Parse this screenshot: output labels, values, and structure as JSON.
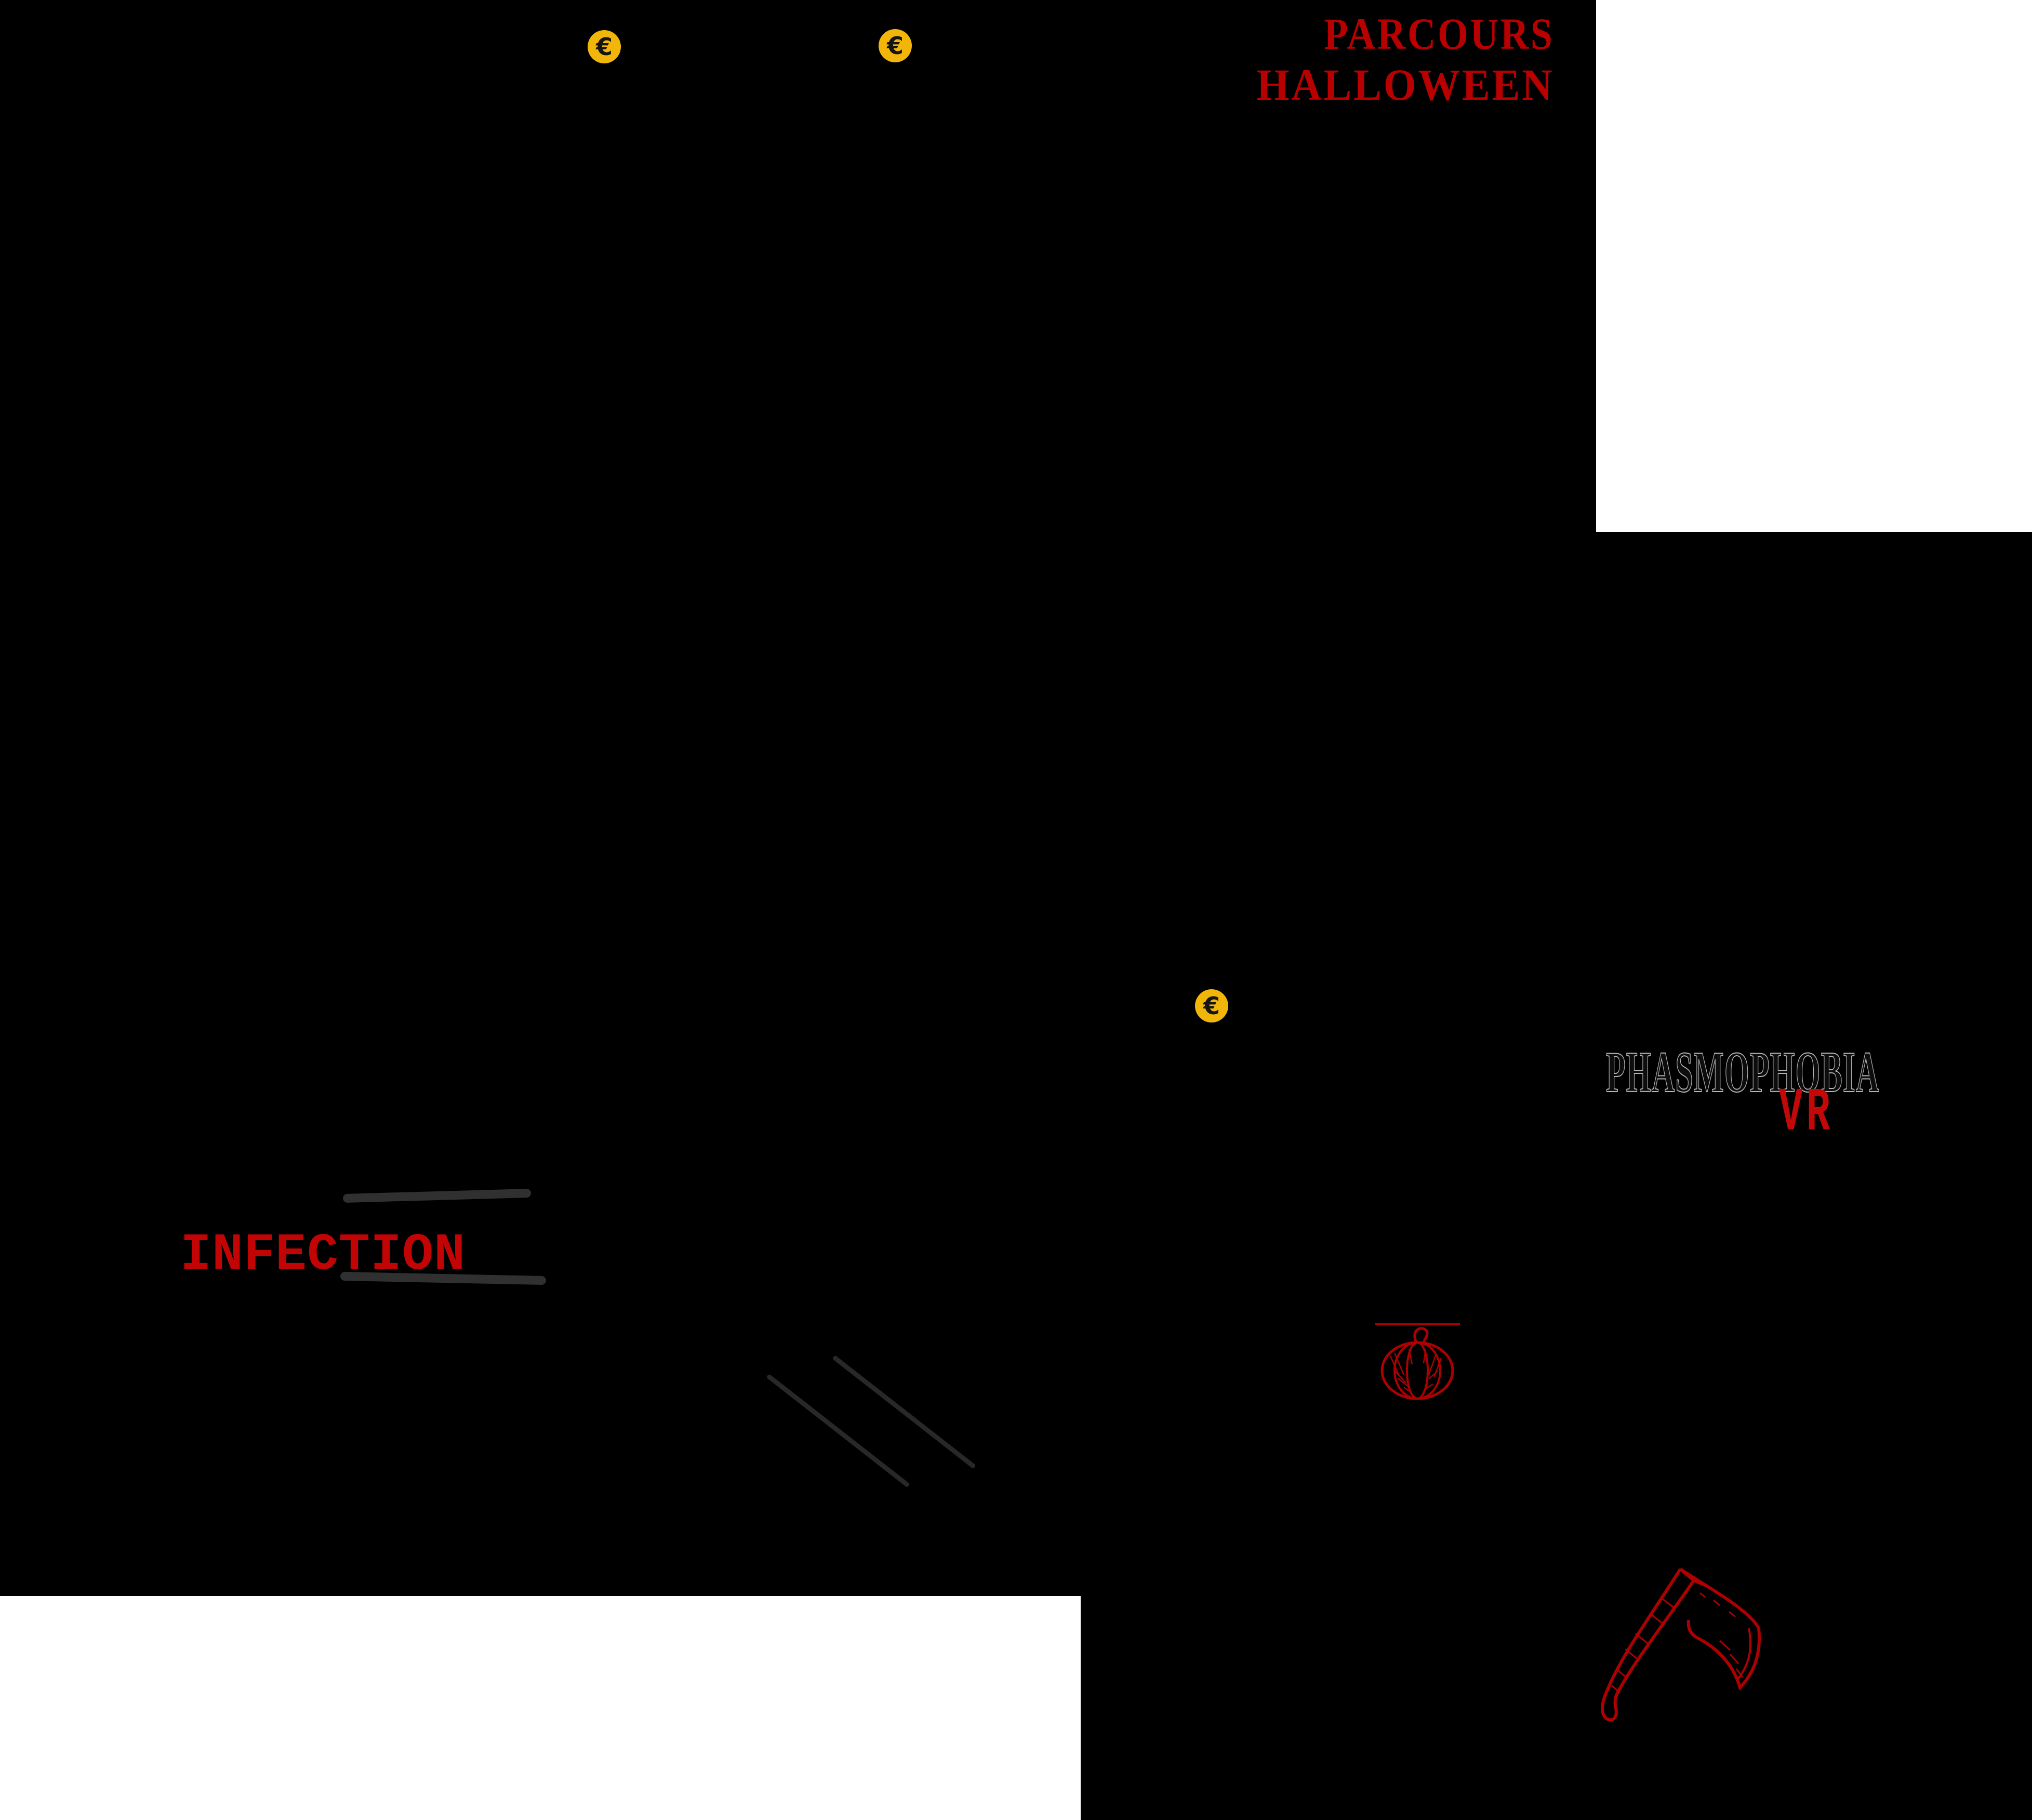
{
  "page": {
    "description": "dark Halloween attractions page",
    "colors": {
      "background": "#000000",
      "title_red": "#b80000",
      "infection_red": "#c20404",
      "vr_red": "#c40808",
      "sketch_icon_red": "#ae0000",
      "coin_gold": "#f2b60a",
      "placeholder_white": "#ffffff",
      "scratch_gray": "#303030",
      "phasmophobia_outline": "#b5b5b5"
    }
  },
  "icons": {
    "euro_coin": {
      "name": "euro-coin-icon",
      "symbol": "€"
    },
    "pumpkin": {
      "name": "pumpkin-icon"
    },
    "axe": {
      "name": "axe-icon"
    },
    "claw_scratches": {
      "name": "claw-scratch-marks"
    },
    "brush_strokes": {
      "name": "brush-stroke-marks"
    }
  },
  "sections": {
    "parcours_halloween": {
      "title_line1": "PARCOURS",
      "title_line2": "HALLOWEEN"
    },
    "infection": {
      "title": "INFECTION"
    },
    "phasmophobia": {
      "title": "PHASMOPHOBIA",
      "subtitle": "VR"
    }
  },
  "placeholders": {
    "top_right_image": "",
    "bottom_left_image": ""
  }
}
